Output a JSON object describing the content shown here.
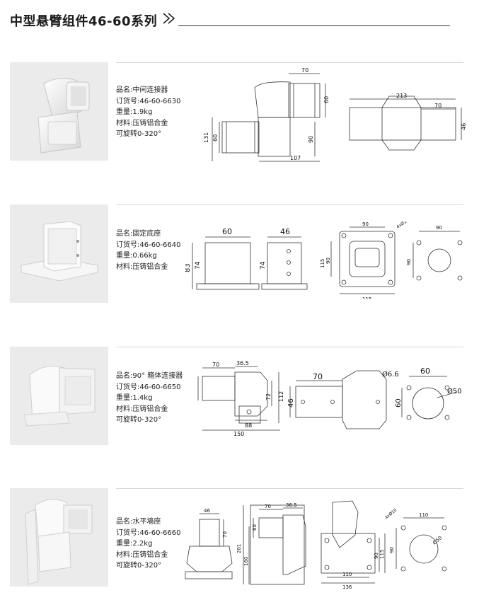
{
  "title": "中型悬臂组件46-60系列",
  "products": [
    {
      "name": "品名:中间连接器",
      "order_no": "订货号:46-60-6630",
      "weight": "重量:1.9kg",
      "material": "材料:压铸铝合金",
      "rotation": "可旋转0-320°",
      "dims": [
        "70",
        "60",
        "131",
        "60",
        "90",
        "107",
        "213",
        "70",
        "46"
      ]
    },
    {
      "name": "品名:固定底座",
      "order_no": "订货号:46-60-6640",
      "weight": "重量:0.66kg",
      "material": "材料:压铸铝合金",
      "dims": [
        "60",
        "83",
        "74",
        "46",
        "74",
        "90",
        "115",
        "90",
        "115",
        "4xØ10.5",
        "90",
        "90"
      ]
    },
    {
      "name": "品名:90° 箱体连接器",
      "order_no": "订货号:46-60-6650",
      "weight": "重量:1.4kg",
      "material": "材料:压铸铝合金",
      "rotation": "可旋转0-320°",
      "dims": [
        "70",
        "36.5",
        "60",
        "72",
        "112",
        "88",
        "150",
        "70",
        "46",
        "Ø6.6",
        "60",
        "60",
        "Ø50"
      ]
    },
    {
      "name": "品名:水平墙座",
      "order_no": "订货号:46-60-6660",
      "weight": "重量:2.2kg",
      "material": "材料:压铸铝合金",
      "rotation": "可旋转0-320°",
      "dims": [
        "46",
        "70",
        "70",
        "36.5",
        "60",
        "201",
        "160",
        "90",
        "115",
        "110",
        "136",
        "4xØ10",
        "110",
        "90",
        "Ø50"
      ]
    }
  ]
}
